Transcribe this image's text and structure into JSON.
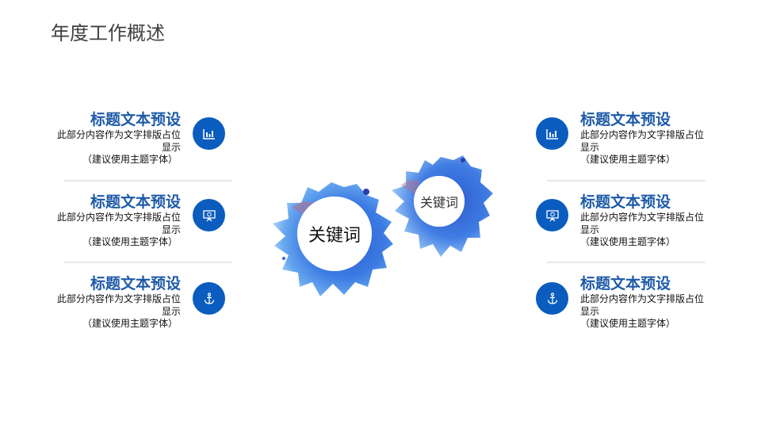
{
  "slide": {
    "title": "年度工作概述"
  },
  "left_items": [
    {
      "heading": "标题文本预设",
      "body_line1": "此部分内容作为文字排版占位",
      "body_line2": "显示",
      "body_line3": "（建议使用主题字体）",
      "icon": "bar-chart-icon"
    },
    {
      "heading": "标题文本预设",
      "body_line1": "此部分内容作为文字排版占位",
      "body_line2": "显示",
      "body_line3": "（建议使用主题字体）",
      "icon": "presentation-board-icon"
    },
    {
      "heading": "标题文本预设",
      "body_line1": "此部分内容作为文字排版占位",
      "body_line2": "显示",
      "body_line3": "（建议使用主题字体）",
      "icon": "anchor-icon"
    }
  ],
  "right_items": [
    {
      "heading": "标题文本预设",
      "body_line1": "此部分内容作为文字排版占位",
      "body_line2": "显示",
      "body_line3": "（建议使用主题字体）",
      "icon": "bar-chart-icon"
    },
    {
      "heading": "标题文本预设",
      "body_line1": "此部分内容作为文字排版占位",
      "body_line2": "显示",
      "body_line3": "（建议使用主题字体）",
      "icon": "presentation-board-icon"
    },
    {
      "heading": "标题文本预设",
      "body_line1": "此部分内容作为文字排版占位",
      "body_line2": "显示",
      "body_line3": "（建议使用主题字体）",
      "icon": "anchor-icon"
    }
  ],
  "center": {
    "keyword_large": "关键词",
    "keyword_small": "关键词"
  },
  "colors": {
    "accent": "#0b5cbf",
    "heading": "#1e5aa8",
    "title": "#404040",
    "separator": "#e8e8e8"
  }
}
